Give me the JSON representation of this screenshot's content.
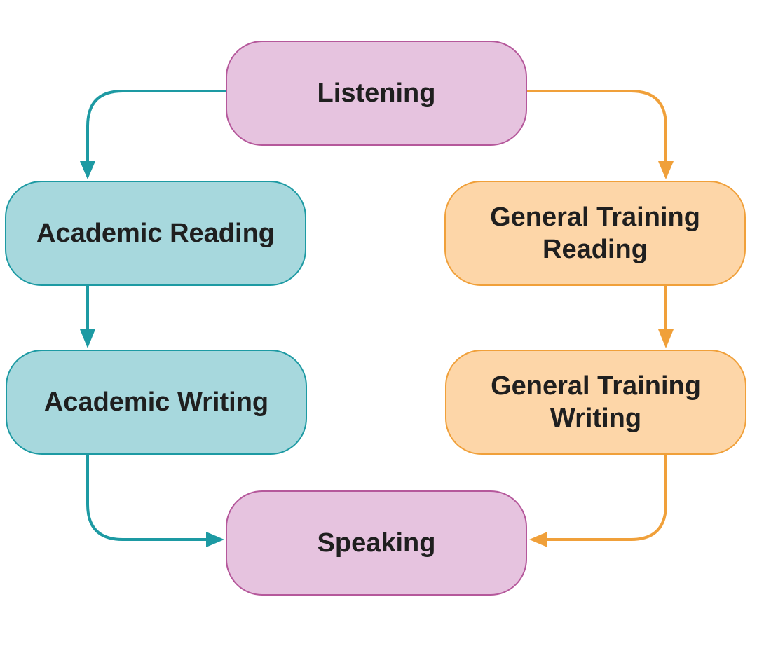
{
  "nodes": {
    "listening": "Listening",
    "academic_reading": "Academic Reading",
    "academic_writing": "Academic Writing",
    "general_reading": "General Training\nReading",
    "general_writing": "General Training\nWriting",
    "speaking": "Speaking"
  },
  "edges": [
    {
      "from": "listening",
      "to": "academic_reading",
      "color": "#1d9aa3"
    },
    {
      "from": "academic_reading",
      "to": "academic_writing",
      "color": "#1d9aa3"
    },
    {
      "from": "academic_writing",
      "to": "speaking",
      "color": "#1d9aa3"
    },
    {
      "from": "listening",
      "to": "general_reading",
      "color": "#f0a03a"
    },
    {
      "from": "general_reading",
      "to": "general_writing",
      "color": "#f0a03a"
    },
    {
      "from": "general_writing",
      "to": "speaking",
      "color": "#f0a03a"
    }
  ],
  "colors": {
    "shared_fill": "#e6c3df",
    "shared_border": "#b5589b",
    "academic_fill": "#a7d8dd",
    "academic_border": "#1d9aa3",
    "general_fill": "#fdd6a8",
    "general_border": "#f0a03a"
  }
}
